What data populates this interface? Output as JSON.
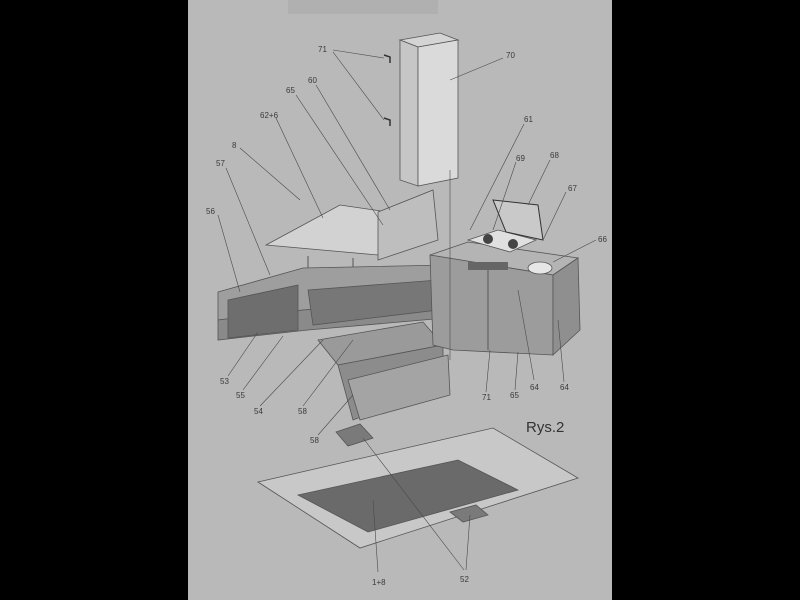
{
  "figure": {
    "title": "Rys.2",
    "header_text": "",
    "labels": {
      "l71_top": "71",
      "l70": "70",
      "l60": "60",
      "l65_top": "65",
      "l62_6": "62+6",
      "l8": "8",
      "l57": "57",
      "l56_left": "56",
      "l61": "61",
      "l69": "69",
      "l68": "68",
      "l67": "67",
      "l66": "66",
      "l53": "53",
      "l55": "55",
      "l54": "54",
      "l58_mid": "58",
      "l58_bot": "58",
      "l71_bot": "71",
      "l65_bot": "65",
      "l64_a": "64",
      "l64_b": "64",
      "l1b": "1+8",
      "l52": "52"
    }
  }
}
